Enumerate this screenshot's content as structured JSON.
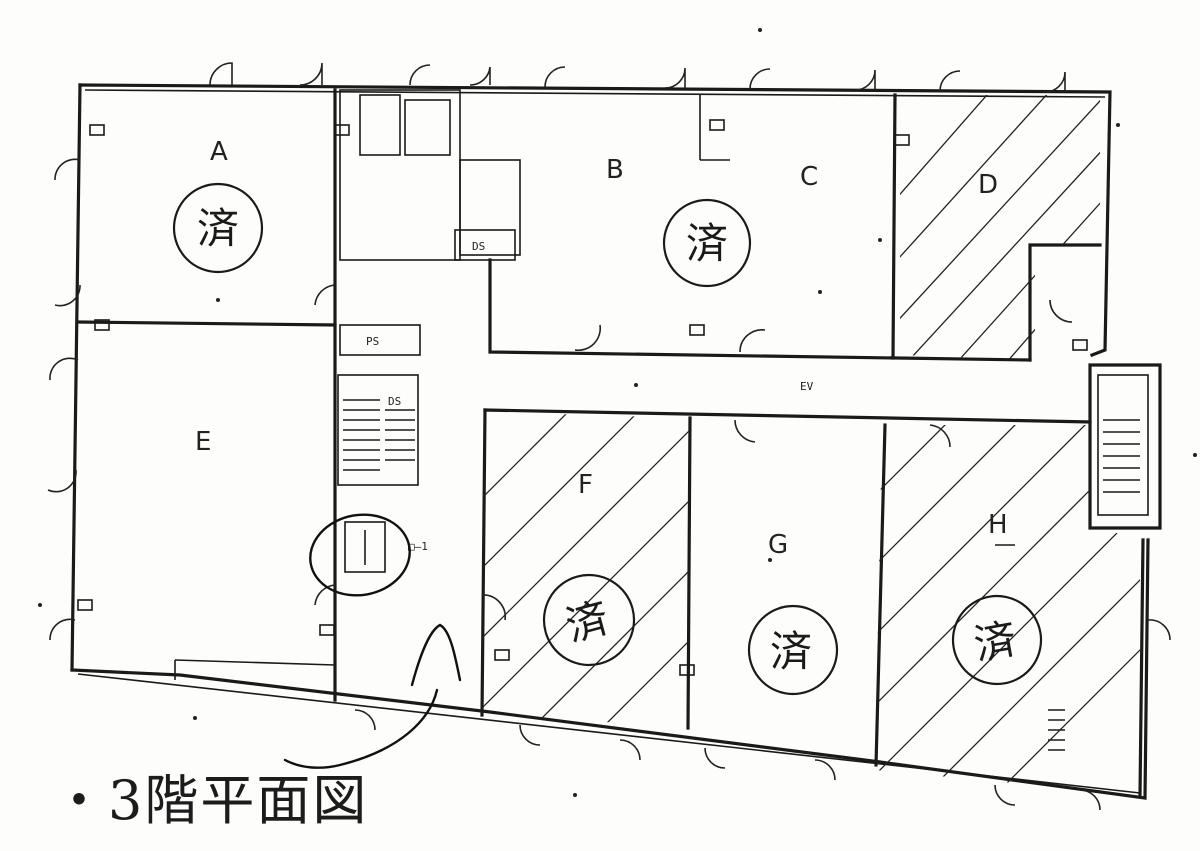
{
  "plan": {
    "title": "・3階平面図",
    "seal_text": "済",
    "corridor_label": "EV",
    "rooms": [
      {
        "id": "A",
        "label": "A",
        "hatched": false,
        "sealed": true
      },
      {
        "id": "B",
        "label": "B",
        "hatched": false,
        "sealed": true
      },
      {
        "id": "C",
        "label": "C",
        "hatched": false,
        "sealed": false
      },
      {
        "id": "D",
        "label": "D",
        "hatched": true,
        "sealed": false
      },
      {
        "id": "E",
        "label": "E",
        "hatched": false,
        "sealed": false
      },
      {
        "id": "F",
        "label": "F",
        "hatched": true,
        "sealed": true
      },
      {
        "id": "G",
        "label": "G",
        "hatched": false,
        "sealed": true
      },
      {
        "id": "H",
        "label": "H",
        "hatched": true,
        "sealed": true
      }
    ],
    "small_labels": {
      "ps_top": "DS",
      "ps_mid": "PS",
      "ds": "DS",
      "legend": "□—1"
    },
    "colors": {
      "ink": "#1a1a1a",
      "paper": "#fdfdfb"
    }
  }
}
